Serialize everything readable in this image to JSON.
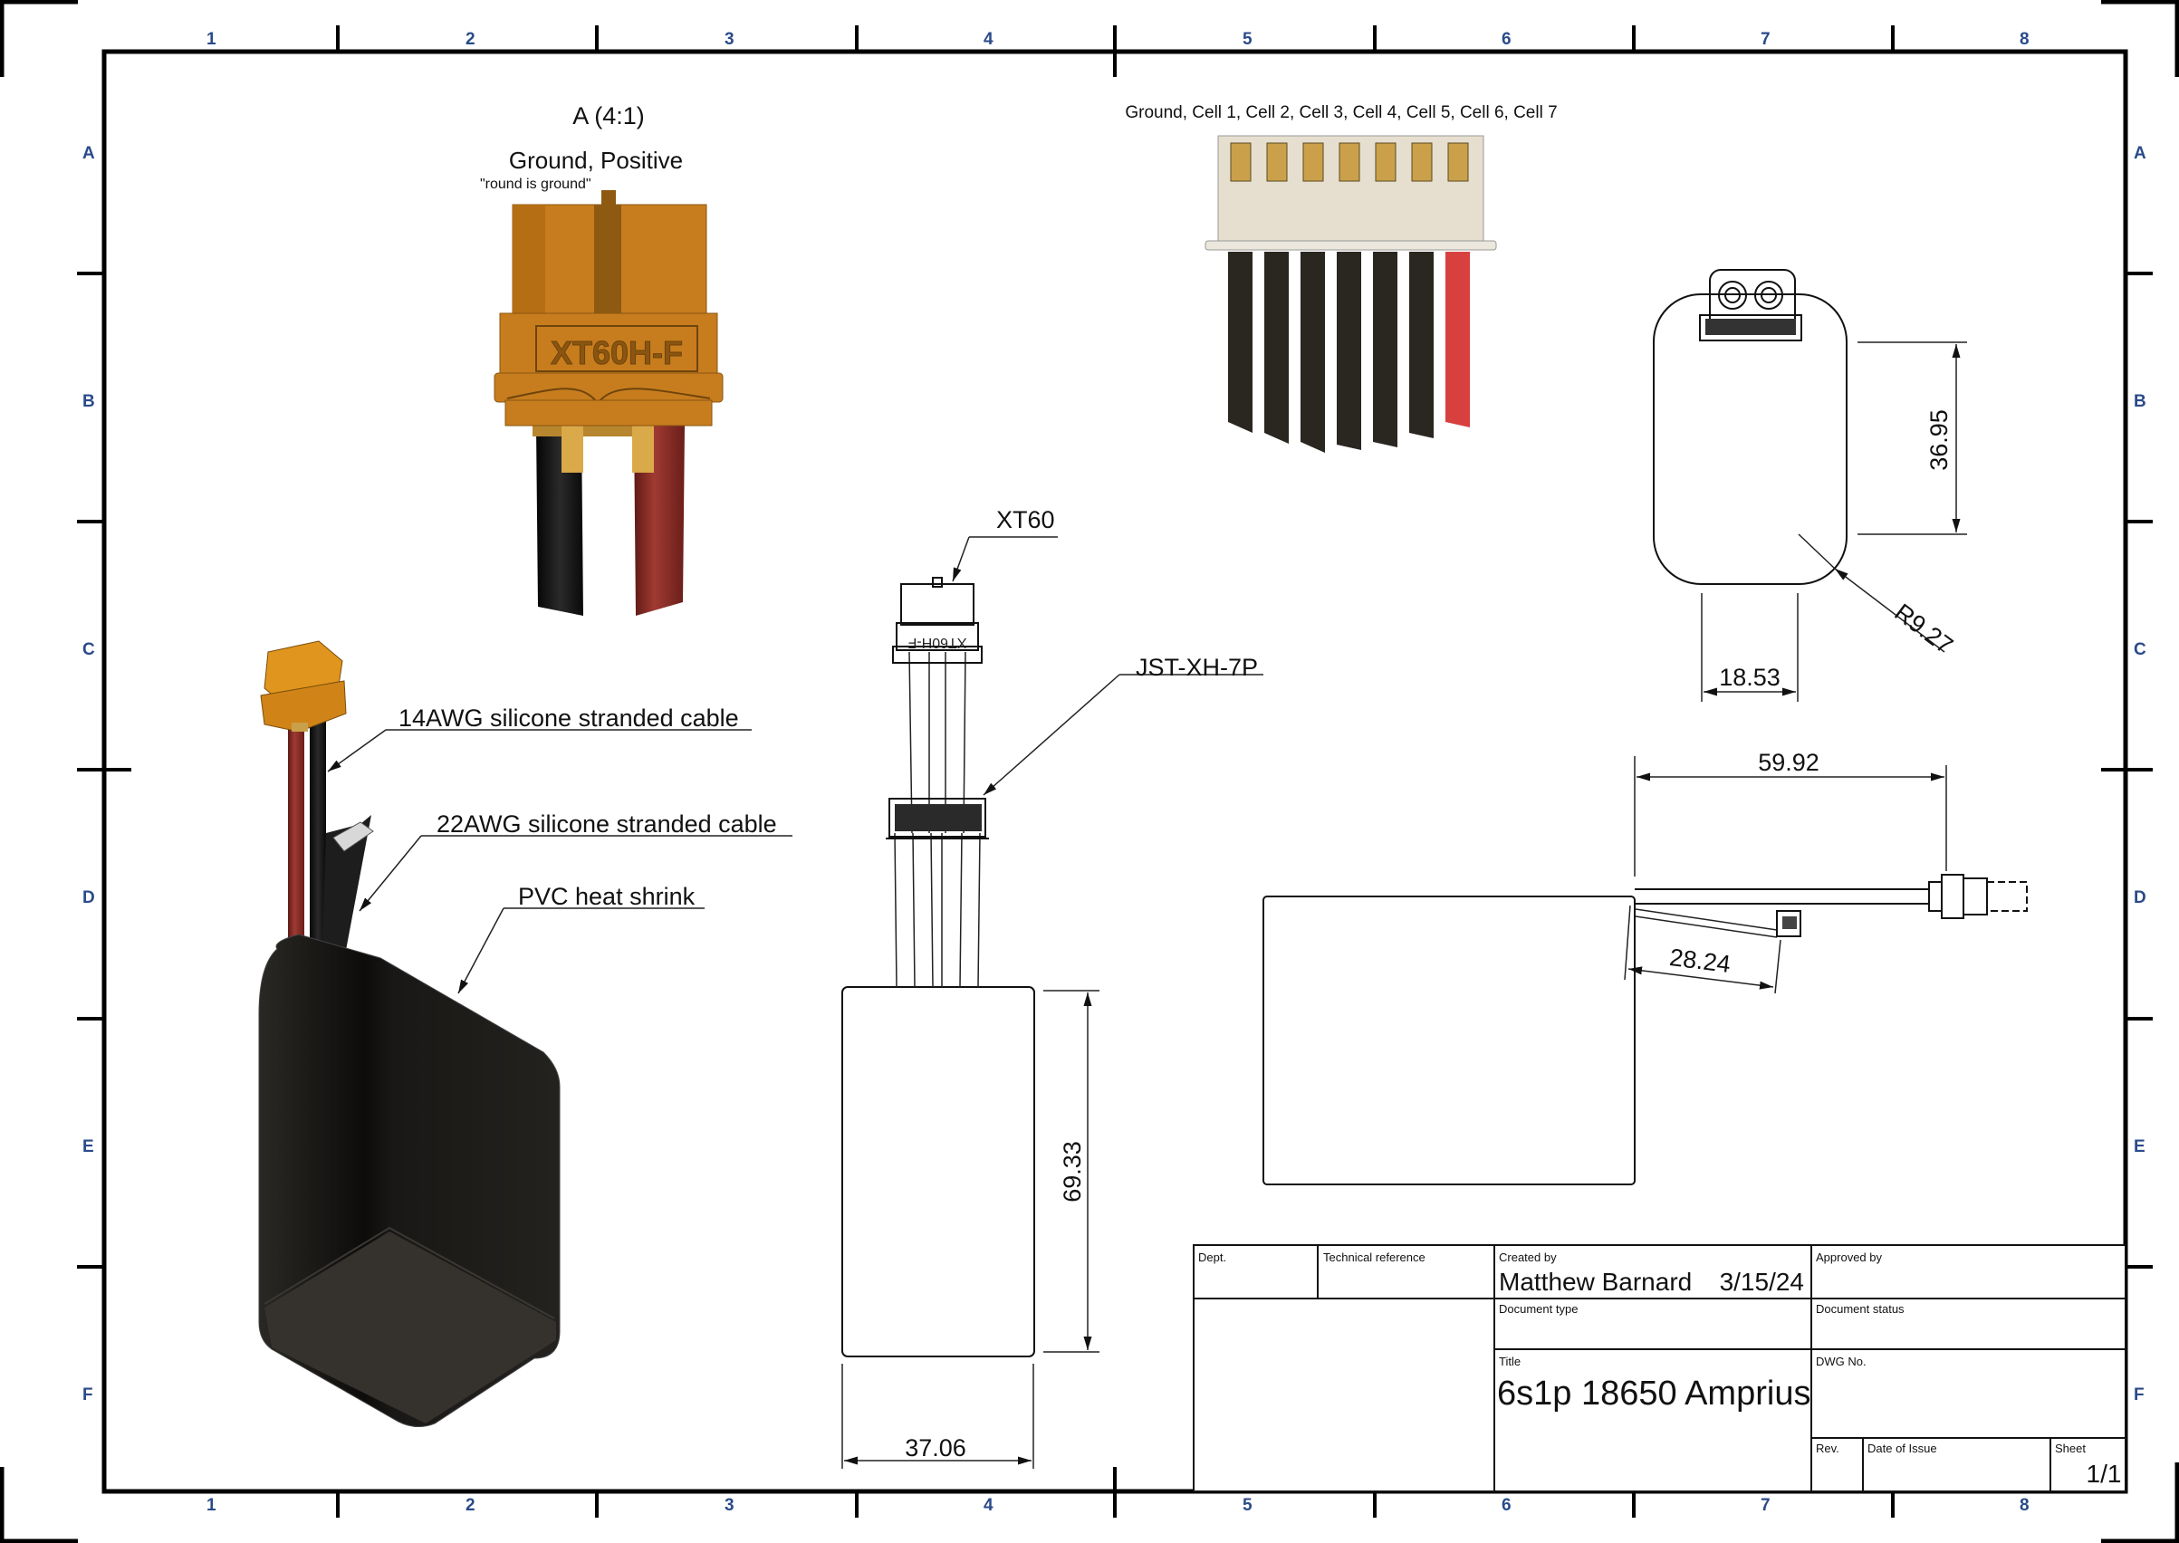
{
  "drawing": {
    "zones_columns": [
      "1",
      "2",
      "3",
      "4",
      "5",
      "6",
      "7",
      "8"
    ],
    "zones_rows": [
      "A",
      "B",
      "C",
      "D",
      "E",
      "F"
    ],
    "colors": {
      "zone_label": "#2a4a8a",
      "connector_orange": "#c7781a",
      "connector_orange_dark": "#8e5a12",
      "wire_red": "#8e2a24",
      "wire_black": "#1a1a1a",
      "jst_body": "#e6dfd0",
      "jst_pin": "#caa14a",
      "balance_red": "#d84040",
      "pack_black": "#1c1a18"
    }
  },
  "views": {
    "detail_a": {
      "title": "A (4:1)",
      "pinout": "Ground, Positive",
      "note": "\"round is ground\"",
      "connector_marking": "XT60H-F"
    },
    "jst_view": {
      "pinout": "Ground, Cell 1, Cell 2, Cell 3, Cell 4, Cell 5, Cell 6, Cell 7",
      "wire_count": 7
    },
    "iso_view": {
      "callouts": [
        "14AWG silicone stranded cable",
        "22AWG silicone stranded cable",
        "PVC heat shrink"
      ]
    },
    "front_view": {
      "callouts": [
        "XT60",
        "JST-XH-7P"
      ],
      "dim_height": "69.33",
      "dim_width": "37.06",
      "xt60_marking": "XT60H-F"
    },
    "top_view": {
      "dim_height": "36.95",
      "dim_width": "18.53",
      "dim_radius": "R9.27"
    },
    "side_view": {
      "dim_xt60_lead": "59.92",
      "dim_jst_lead": "28.24"
    }
  },
  "title_block": {
    "dept_label": "Dept.",
    "tech_ref_label": "Technical reference",
    "created_by_label": "Created by",
    "created_by": "Matthew Barnard",
    "created_date": "3/15/24",
    "approved_by_label": "Approved by",
    "doc_type_label": "Document type",
    "doc_status_label": "Document status",
    "title_label": "Title",
    "title": "6s1p 18650 Amprius",
    "dwg_no_label": "DWG No.",
    "rev_label": "Rev.",
    "date_of_issue_label": "Date of Issue",
    "sheet_label": "Sheet",
    "sheet": "1/1"
  }
}
